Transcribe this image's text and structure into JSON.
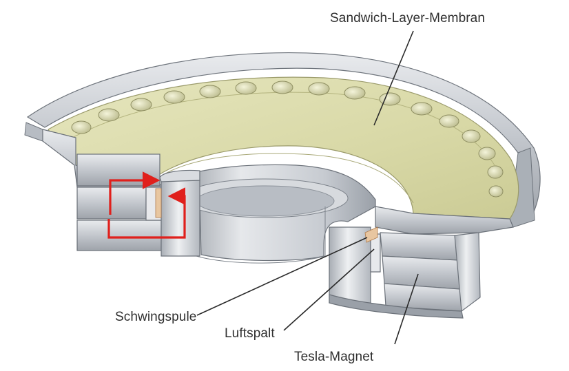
{
  "labels": {
    "membrane": "Sandwich-Layer-Membran",
    "voice_coil": "Schwingspule",
    "air_gap": "Luftspalt",
    "magnet": "Tesla-Magnet"
  },
  "colors": {
    "membrane_fill": "#dcdcaa",
    "metal": "#c4c8ce",
    "flux_arrow": "#e0201c",
    "leader_line": "#2a2a2a",
    "text": "#2f2f2f"
  }
}
